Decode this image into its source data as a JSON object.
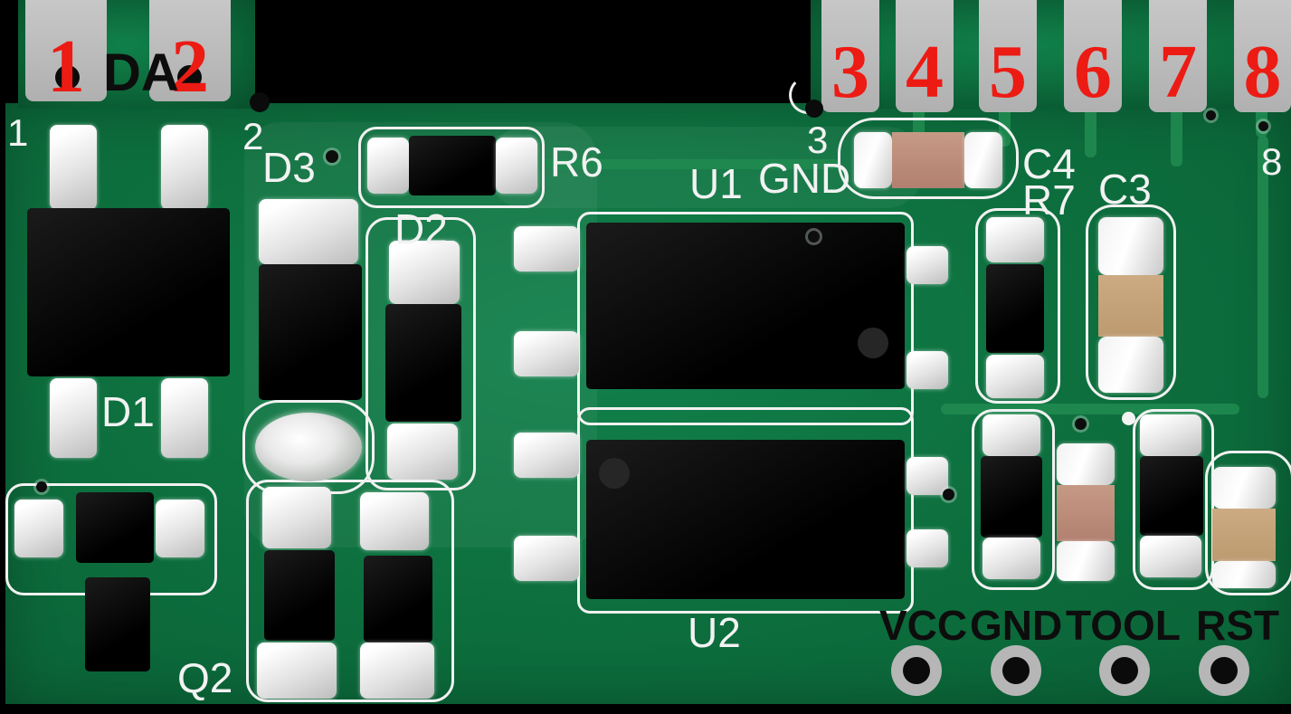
{
  "pins": {
    "p1": "1",
    "p2": "2",
    "p3": "3",
    "p4": "4",
    "p5": "5",
    "p6": "6",
    "p7": "7",
    "p8": "8"
  },
  "labels": {
    "da": "DA"
  },
  "silk": {
    "n1": "1",
    "n2": "2",
    "n3": "3",
    "n8": "8"
  },
  "refs": {
    "d1": "D1",
    "d2": "D2",
    "d3": "D3",
    "q2": "Q2",
    "r6": "R6",
    "r7": "R7",
    "c3": "C3",
    "c4": "C4",
    "u1": "U1",
    "u2": "U2",
    "gnd": "GND"
  },
  "header": {
    "vcc": "VCC",
    "gnd": "GND",
    "tool": "TOOL",
    "rst": "RST"
  },
  "colors": {
    "board_green": "#0d6e3d",
    "trace_green": "#1f8a50",
    "edge_pad_gray": "#bdbdbd",
    "annotation_red": "#ec1b14",
    "silkscreen_white": "#f2f2f2",
    "component_black": "#070707",
    "capacitor_tan_pink": "#bf9183",
    "capacitor_tan_yellow": "#c6a378"
  }
}
